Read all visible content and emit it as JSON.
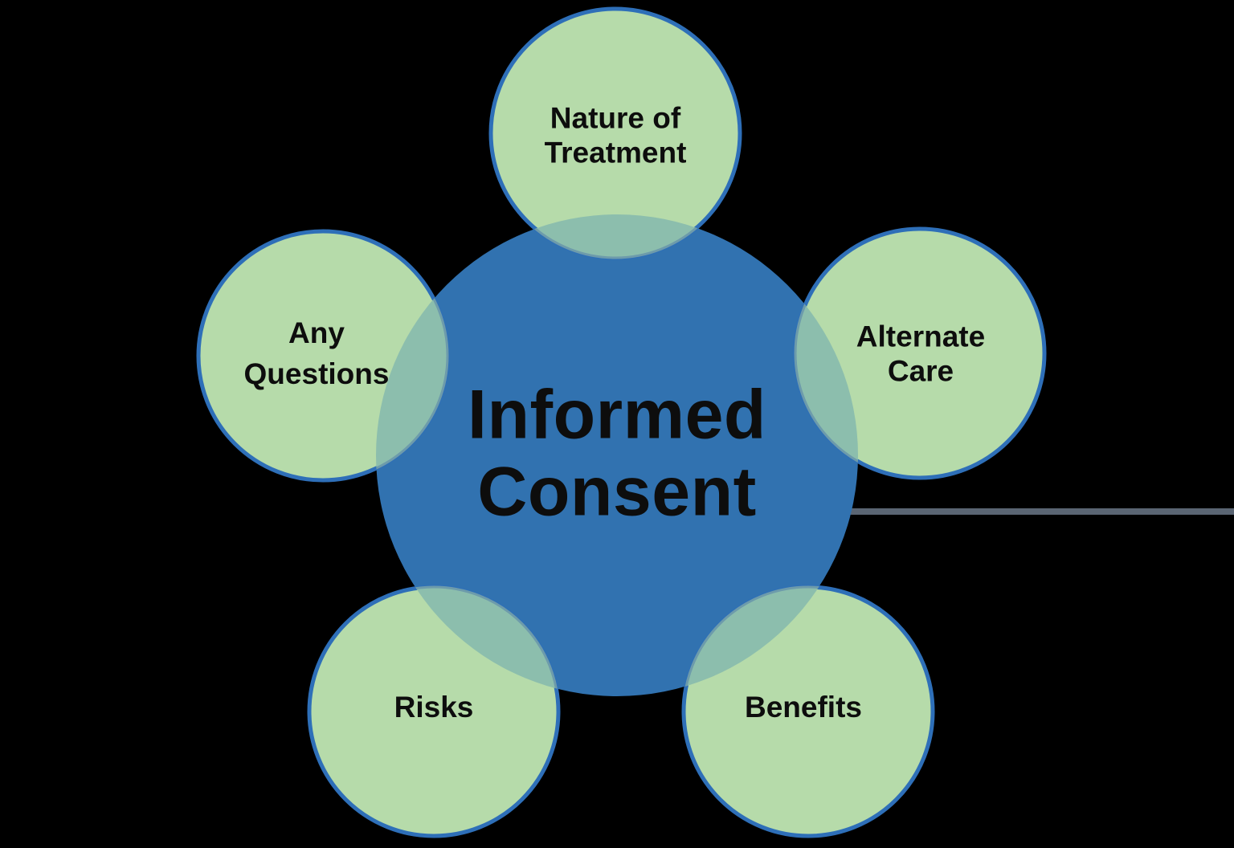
{
  "background_color": "#000000",
  "colors": {
    "center_fill": "#3172b0",
    "satellite_fill": "#b6dbaa",
    "satellite_border": "#2e6fb8",
    "overlap_fill": "#8cbead",
    "overlap_edge": "#6d9bab",
    "divider": "#5a6573",
    "text": "#0d0d0d"
  },
  "diagram": {
    "type": "hub-and-spoke",
    "center": {
      "label": "Informed Consent"
    },
    "satellites": [
      {
        "label": "Nature of Treatment",
        "position": "top"
      },
      {
        "label": "Alternate Care",
        "position": "right"
      },
      {
        "label": "Benefits",
        "position": "bottom-right"
      },
      {
        "label": "Risks",
        "position": "bottom-left"
      },
      {
        "label": "Any Questions",
        "position": "left"
      }
    ]
  }
}
